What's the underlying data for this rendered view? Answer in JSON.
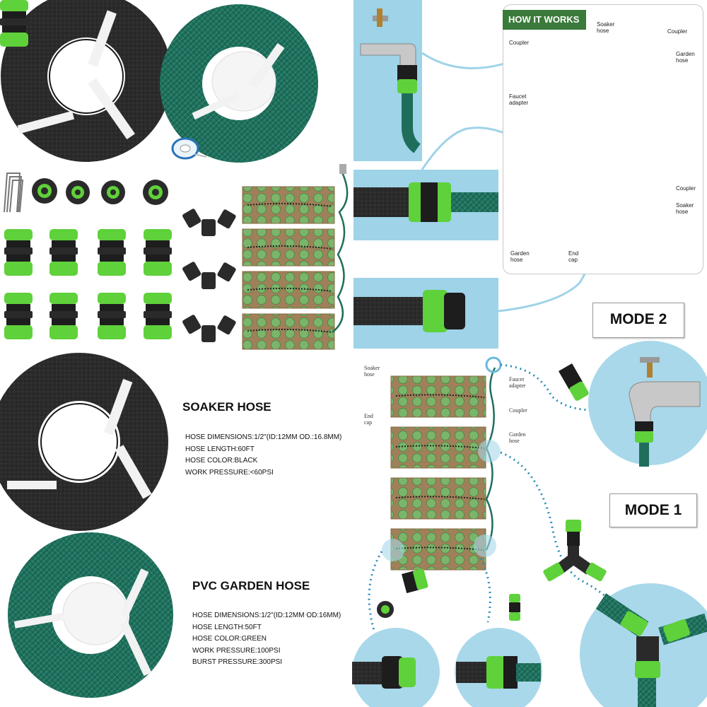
{
  "soaker": {
    "title": "SOAKER HOSE",
    "lines": [
      "HOSE DIMENSIONS:1/2\"(ID:12MM OD.:16.8MM)",
      "HOSE LENGTH:60FT",
      "HOSE COLOR:BLACK",
      "WORK PRESSURE:<60PSI"
    ]
  },
  "pvc": {
    "title": "PVC GARDEN HOSE",
    "lines": [
      "HOSE DIMENSIONS:1/2\"(ID:12MM OD:16MM)",
      "HOSE LENGTH:50FT",
      "HOSE COLOR:GREEN",
      "WORK PRESSURE:100PSI",
      "BURST  PRESSURE:300PSI"
    ]
  },
  "how_it_works": {
    "title": "HOW IT WORKS",
    "labels": {
      "soaker_hose": "Soaker\nhose",
      "coupler_top_left": "Coupler",
      "coupler_top_right": "Coupler",
      "garden_hose_top": "Garden\nhose",
      "faucet_adapter": "Faucet\nadapter",
      "coupler_mid": "Coupler",
      "soaker_hose_2": "Soaker\nhose",
      "garden_hose_bottom": "Garden\nhose",
      "end_cap": "End\ncap"
    }
  },
  "mode2": {
    "label": "MODE 2"
  },
  "mode1": {
    "label": "MODE  1",
    "labels": {
      "soaker_hose": "Soaker\nhose",
      "faucet_adapter": "Faucet\nadapter",
      "end_cap": "End\ncap",
      "coupler": "Coupler",
      "garden_hose": "Garden\nhose"
    }
  },
  "colors": {
    "soaker_black": "#2b2b2b",
    "garden_green": "#1f6e5c",
    "connector_green": "#5fd13a",
    "bed_brown": "#a0805a",
    "plant_green": "#7bb56b",
    "circle_blue": "#a9d8ea",
    "panel_blue": "#9ed3e8",
    "badge_green": "#3a7a3a"
  }
}
